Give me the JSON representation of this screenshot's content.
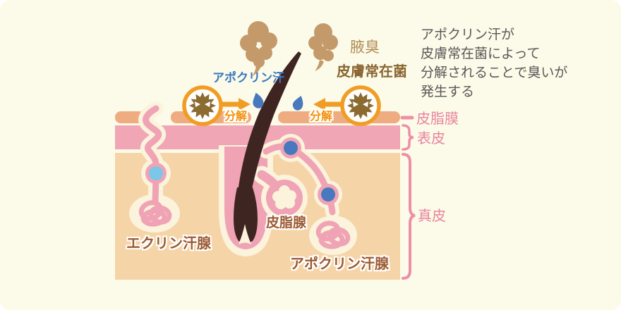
{
  "page": {
    "background": "#FFFFFF",
    "card_background": "#FCFBE9"
  },
  "description": {
    "text": "アポクリン汗が\n皮膚常在菌によって\n分解されることで臭いが\n発生する"
  },
  "labels": {
    "apocrine_sweat": "アポクリン汗",
    "body_odor": "腋臭",
    "skin_bacteria": "皮膚常在菌",
    "decompose": "分解",
    "sebum_film": "皮脂膜",
    "epidermis": "表皮",
    "dermis": "真皮",
    "eccrine_gland": "エクリン汗腺",
    "sebaceous_gland": "皮脂腺",
    "apocrine_gland": "アポクリン汗腺"
  },
  "icons": {
    "bacteria": "bacteria-icon",
    "odor_cloud": "odor-cloud-icon",
    "sweat_drop": "sweat-drop-icon",
    "decompose_arrow": "arrow-icon"
  },
  "colors": {
    "sebum_film": "#EFAC81",
    "epidermis": "#F0A6B5",
    "dermis": "#F5D5A8",
    "gland_pink": "#F0A3B4",
    "halo_cream": "#FBF3DC",
    "hair_brown": "#3E2522",
    "odor_cloud_brown": "#C49A6B",
    "bacteria_brown": "#8C6B30",
    "orange": "#F09D25",
    "decompose_orange": "#F2930D",
    "sweat_blue": "#4879BE",
    "light_blue": "#7CC6E9",
    "blue_label": "#3A79BF",
    "pink_label": "#E9849E",
    "brown_label": "#9C5A32",
    "body_odor_label": "#B28C57",
    "bacteria_label": "#8A6531",
    "text_gray": "#595757"
  }
}
